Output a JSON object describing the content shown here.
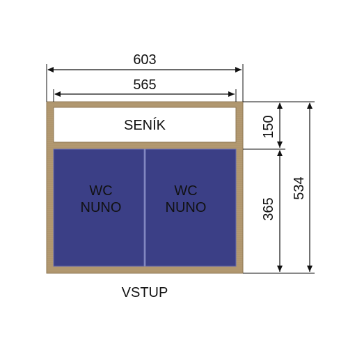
{
  "dimensions": {
    "overall_width": "603",
    "inner_width": "565",
    "top_height": "150",
    "bottom_height": "365",
    "total_height": "534"
  },
  "rooms": {
    "top_label": "SENÍK",
    "left_line1": "WC",
    "left_line2": "NUNO",
    "right_line1": "WC",
    "right_line2": "NUNO"
  },
  "entrance_label": "VSTUP",
  "colors": {
    "wood": "#b39a72",
    "wood_dark": "#8d7652",
    "panel": "#3b3f86",
    "panel_light": "#4a4e95",
    "white": "#ffffff",
    "line": "#111111"
  }
}
